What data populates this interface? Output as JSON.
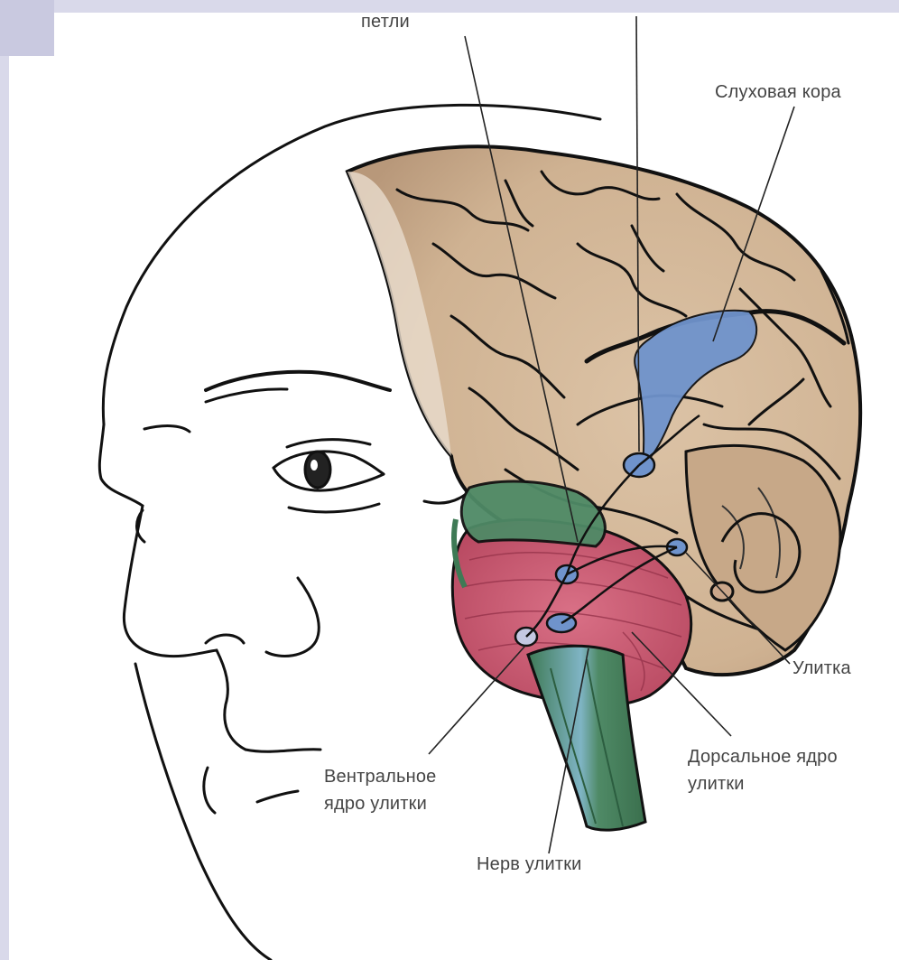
{
  "labels": {
    "petli": "петли",
    "auditory_cortex": "Слуховая кора",
    "cochlea": "Улитка",
    "dorsal_nucleus_line1": "Дорсальное ядро",
    "dorsal_nucleus_line2": "улитки",
    "ventral_nucleus_line1": "Вентральное",
    "ventral_nucleus_line2": "ядро улитки",
    "cochlear_nerve": "Нерв улитки"
  },
  "colors": {
    "slide_frame": "#d9d9ea",
    "cortex": "#d2b79a",
    "cortex_dark": "#b99a7a",
    "auditory_blue": "#6f93cc",
    "pons_pink": "#c8566e",
    "brainstem_green": "#4f8a66",
    "outline": "#111111"
  },
  "icons": [
    "face-outline-drawing",
    "brain-illustration"
  ]
}
